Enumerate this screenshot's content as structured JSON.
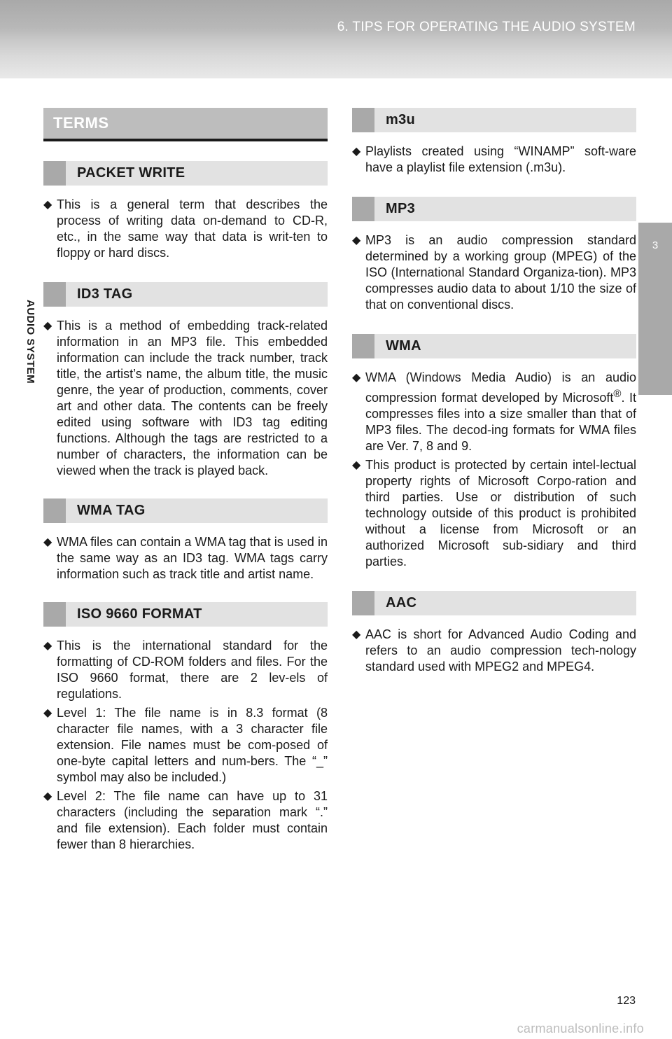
{
  "header": {
    "title": "6. TIPS FOR OPERATING THE AUDIO SYSTEM"
  },
  "side_tab": {
    "number": "3",
    "label": "AUDIO SYSTEM"
  },
  "terms_heading": "TERMS",
  "left": {
    "packet_write": {
      "title": "PACKET WRITE",
      "bullets": [
        "This is a general term that describes the process of writing data on-demand to CD-R, etc., in the same way that data is writ-ten to floppy or hard discs."
      ]
    },
    "id3_tag": {
      "title": "ID3 TAG",
      "bullets": [
        "This is a method of embedding track-related information in an MP3 file. This embedded information can include the track number, track title, the artist’s name, the album title, the music genre, the year of production, comments, cover art and other data. The contents can be freely edited using software with ID3 tag editing functions. Although the tags are restricted to a number of characters, the information can be viewed when the track is played back."
      ]
    },
    "wma_tag": {
      "title": "WMA TAG",
      "bullets": [
        "WMA files can contain a WMA tag that is used in the same way as an ID3 tag. WMA tags carry information such as track title and artist name."
      ]
    },
    "iso9660": {
      "title": "ISO 9660 FORMAT",
      "bullets": [
        "This is the international standard for the formatting of CD-ROM folders and files. For the ISO 9660 format, there are 2 lev-els of regulations.",
        "Level 1: The file name is in 8.3 format (8 character file names, with a 3 character file extension. File names must be com-posed of one-byte capital letters and num-bers. The “_” symbol may also be included.)",
        "Level 2: The file name can have up to 31 characters (including the separation mark “.” and file extension). Each folder must contain fewer than 8 hierarchies."
      ]
    }
  },
  "right": {
    "m3u": {
      "title": "m3u",
      "bullets": [
        "Playlists created using “WINAMP” soft-ware have a playlist file extension (.m3u)."
      ]
    },
    "mp3": {
      "title": "MP3",
      "bullets": [
        "MP3 is an audio compression standard determined by a working group (MPEG) of the ISO (International Standard Organiza-tion). MP3 compresses audio data to about 1/10 the size of that on conventional discs."
      ]
    },
    "wma": {
      "title": "WMA",
      "bullet1_part1": "WMA (Windows Media Audio) is an audio compression format developed by Microsoft",
      "bullet1_sup": "®",
      "bullet1_part2": ". It compresses files into a size smaller than that of MP3 files. The decod-ing formats for WMA files are Ver. 7, 8 and 9.",
      "bullet2": "This product is protected by certain intel-lectual property rights of Microsoft Corpo-ration and third parties. Use or distribution of such technology outside of this product is prohibited without a license from Microsoft or an authorized Microsoft sub-sidiary and third parties."
    },
    "aac": {
      "title": "AAC",
      "bullets": [
        "AAC is short for Advanced Audio Coding and refers to an audio compression tech-nology standard used with MPEG2 and MPEG4."
      ]
    }
  },
  "bullet_glyph": "◆",
  "page_number": "123",
  "watermark": "carmanualsonline.info"
}
